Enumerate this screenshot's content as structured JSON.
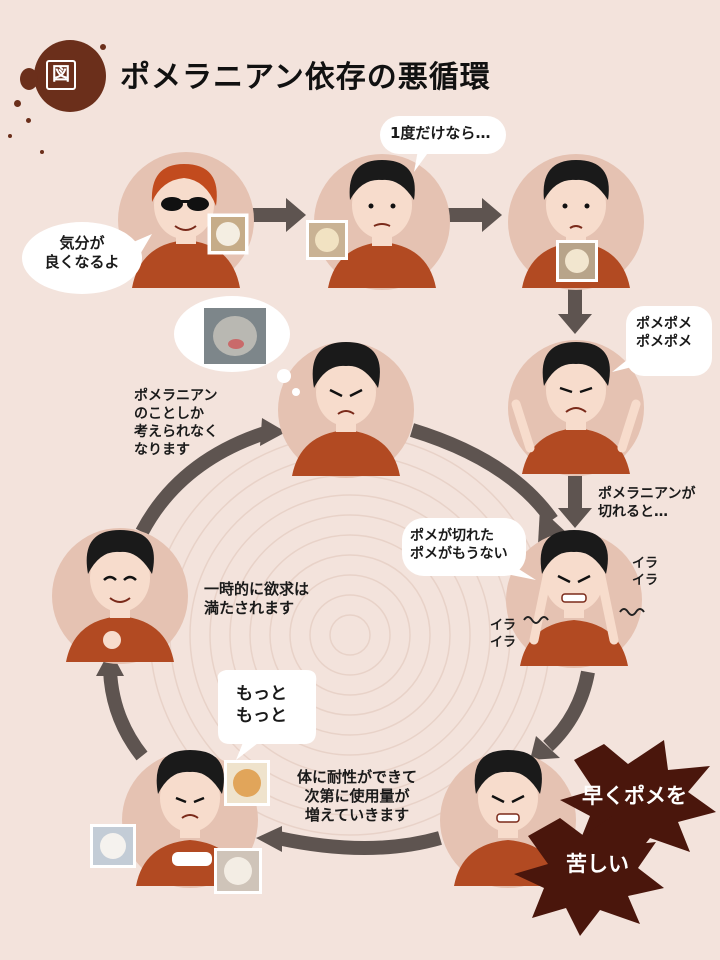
{
  "title": "ポメラニアン依存の悪循環",
  "badge": "図",
  "labels": {
    "feel_good": "気分が\n良くなるよ",
    "just_once": "1度だけなら…",
    "pome_pome": "ポメポメ\nポメポメ",
    "when_runs_out": "ポメラニアンが\n切れると…",
    "pome_gone": "ポメが切れた\nポメがもうない",
    "ira_1": "イラ\nイラ",
    "ira_2": "イラ\nイラ",
    "hurry_pome": "早くポメを",
    "painful": "苦しい",
    "tolerance": "体に耐性ができて\n次第に使用量が\n増えていきます",
    "more_more": "もっと\nもっと",
    "temporary": "一時的に欲求は\n満たされます",
    "only_pome": "ポメラニアン\nのことしか\n考えられなく\nなります"
  },
  "colors": {
    "background": "#f3e3dc",
    "circle": "#e5c2b2",
    "shirt": "#b24a22",
    "arrow": "#5e5450",
    "burst": "#4a160c",
    "badge": "#6b2f1b"
  }
}
